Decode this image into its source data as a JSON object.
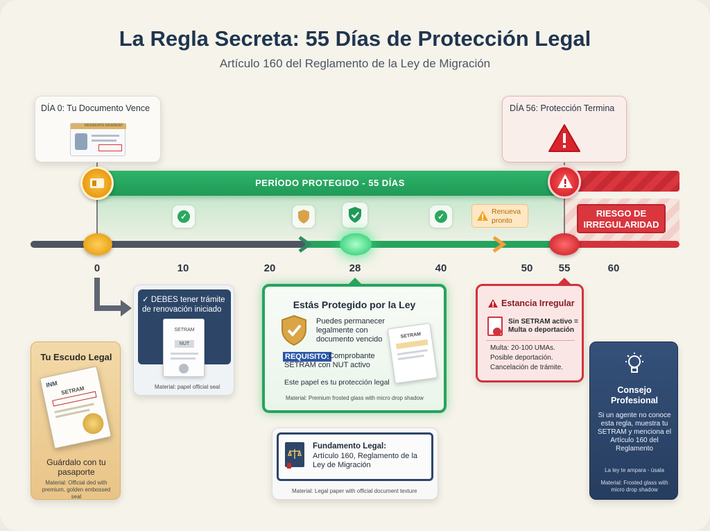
{
  "title": "La Regla Secreta: 55 Días de Protección Legal",
  "subtitle": "Artículo 160 del Reglamento de la Ley de Migración",
  "day0": {
    "label": "DÍA 0: Tu Documento Vence",
    "card_header": "RESIDENTE RESIDENT"
  },
  "day56": {
    "label": "DÍA 56: Protección Termina"
  },
  "band_label": "PERÍODO PROTEGIDO - 55 DÍAS",
  "renueva": "Renueva pronto",
  "riesgo": "RIESGO DE IRREGULARIDAD",
  "ticks": [
    "0",
    "10",
    "20",
    "28",
    "40",
    "50",
    "55",
    "60"
  ],
  "debes": {
    "text": "✓ DEBES tener trámite de renovación iniciado",
    "doc_header": "SETRAM",
    "doc_tag": "NUT",
    "material": "Material: papel official seal"
  },
  "escudo": {
    "title": "Tu Escudo Legal",
    "doc_logo": "INM",
    "doc_title": "SETRAM",
    "caption": "Guárdalo con tu pasaporte",
    "material": "Material: Official ded with premium, golden embossed seal"
  },
  "protegido": {
    "title": "Estás Protegido por la Ley",
    "bullet": "Puedes permanecer legalmente con documento vencido",
    "req_tag": "REQUISITO:",
    "req_text": "Comprobante SETRAM con NUT activo",
    "doc_title": "SETRAM",
    "note": "Este papel es tu protección legal",
    "material": "Material: Premium frosted glass with micro drop shadow"
  },
  "irregular": {
    "title": "Estancia Irregular",
    "warn": "Sin SETRAM activo = Multa o deportación",
    "items": [
      "Multa: 20-100 UMAs.",
      "Posible deportación.",
      "Cancelación de trámite."
    ]
  },
  "fundamento": {
    "title": "Fundamento Legal:",
    "text": "Artículo 160, Reglamento de la Ley de Migración",
    "material": "Material: Legal paper with official document texture"
  },
  "consejo": {
    "title": "Consejo Profesional",
    "text": "Si un agente no conoce esta regla, muestra tu SETRAM y menciona el Artículo 160 del Reglamento",
    "tagline": "La ley te ampara - úsala",
    "material": "Material: Frosted glass with micro drop shadow"
  },
  "colors": {
    "green": "#27a35d",
    "red": "#d2333b",
    "orange": "#e29300",
    "navy": "#1f3550"
  }
}
